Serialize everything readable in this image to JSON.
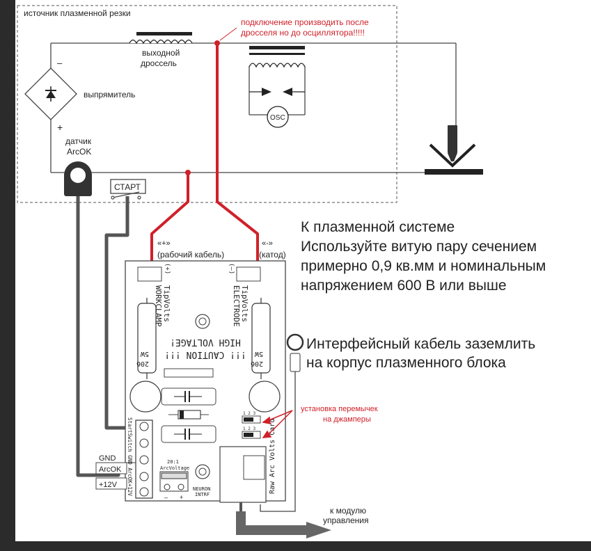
{
  "labels": {
    "plasma_source": "источник плазменной резки",
    "connect_note_1": "подключение производить после",
    "connect_note_2": "дросселя но до осциллятора!!!!!",
    "output_choke_1": "выходной",
    "output_choke_2": "дроссель",
    "rectifier": "выпрямитель",
    "minus": "–",
    "plus": "+",
    "sensor_1": "датчик",
    "sensor_2": "ArcOK",
    "osc": "OSC",
    "start": "СТАРТ",
    "work_cable_1": "«+»",
    "work_cable_2": "(рабочий кабель)",
    "cathode_1": "«-»",
    "cathode_2": "(катод)",
    "gnd": "GND",
    "arcok": "ArcOK",
    "v12": "+12V",
    "jumper_note_1": "установка перемычек",
    "jumper_note_2": "на джамперы",
    "to_module_1": "к модулю",
    "to_module_2": "управления"
  },
  "instructions": {
    "line1": "К плазменной системе",
    "line2": "Используйте витую пару сечением",
    "line3": "примерно 0,9 кв.мм и номинальным",
    "line4": "напряжением 600 В или выше",
    "ground1": "Интерфейсный кабель заземлить",
    "ground2": "на корпус плазменного блока"
  },
  "board": {
    "plus_mark": "(+)",
    "minus_mark": "(–)",
    "workclamp_1": "TipVolts",
    "workclamp_2": "WORKCLAMP",
    "electrode_1": "TipVolts",
    "electrode_2": "ELECTRODE",
    "caution_1": "HIGH VOLTAGE!",
    "caution_2": "!!! CAUTION !!!",
    "res_left_1": "20б",
    "res_left_2": "5W",
    "res_right_1": "20б",
    "res_right_2": "5W",
    "terminals": "StartSwitch GND ArcOK+12V",
    "arc_voltage_1": "20:1",
    "arc_voltage_2": "ArcVoltage",
    "neuron_1": "NEURON",
    "neuron_2": "INTRF",
    "card_label": "Raw Arc Volts Card",
    "jumper_nums": "1 2 3",
    "pot_minus": "–",
    "pot_plus": "+"
  },
  "colors": {
    "red_wire": "#d0202a",
    "dark_wire": "#555555",
    "line": "#444444"
  }
}
